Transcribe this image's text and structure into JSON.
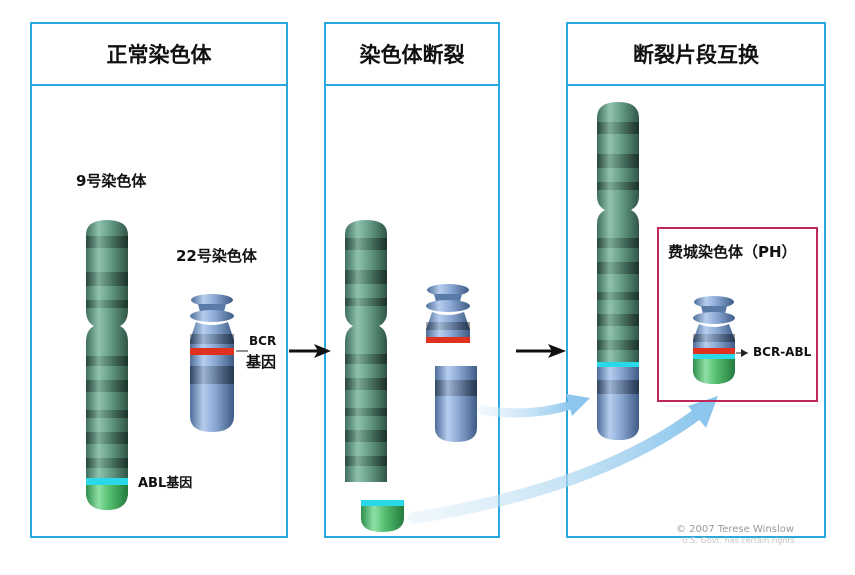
{
  "panels": [
    {
      "title": "正常染色体"
    },
    {
      "title": "染色体断裂"
    },
    {
      "title": "断裂片段互换"
    }
  ],
  "labels": {
    "chr9": "9号染色体",
    "chr22": "22号染色体",
    "bcr_line1": "BCR",
    "bcr_line2": "基因",
    "abl": "ABL基因",
    "ph": "费城染色体（PH）",
    "bcr_abl": "BCR-ABL"
  },
  "credit": {
    "line1": "© 2007 Terese Winslow",
    "line2": "U.S. Govt. has certain rights"
  },
  "colors": {
    "panel_border": "#29a8dc",
    "ph_border": "#c0275a",
    "chr9_body": "#5f9a84",
    "chr22_body": "#7d9fcc",
    "bcr_band": "#e03020",
    "abl_band": "#2ad8e8",
    "abl_segment": "#45b463",
    "arrow_black": "#111111",
    "arrow_blue": "#a9d4ef"
  }
}
